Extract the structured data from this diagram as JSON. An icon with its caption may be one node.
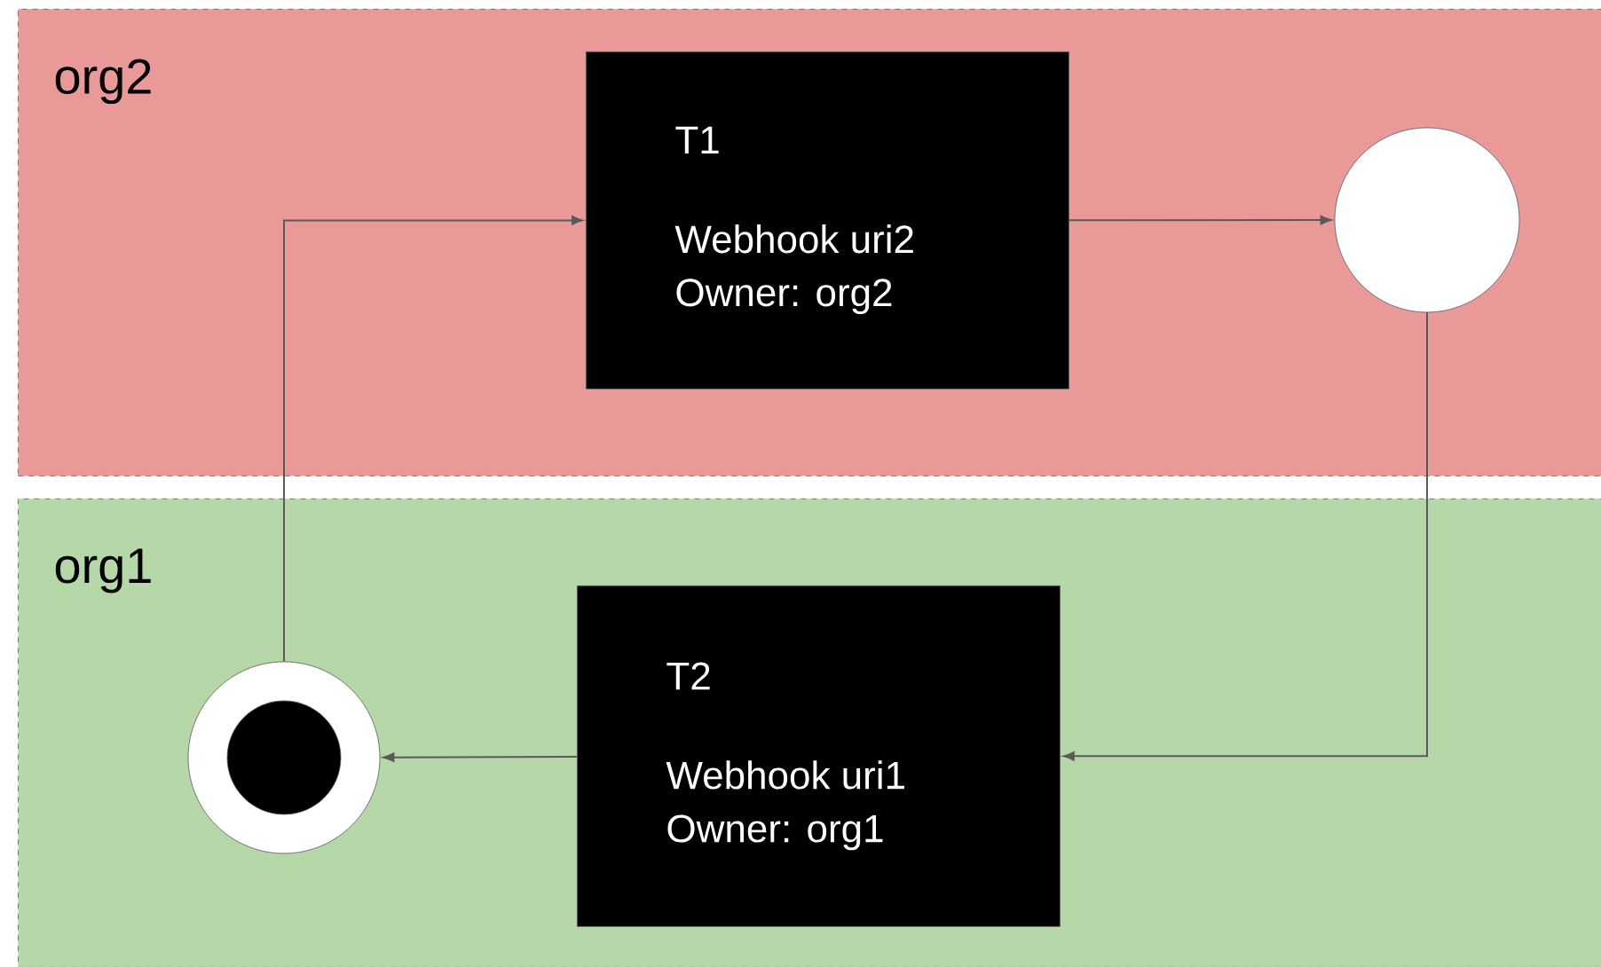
{
  "diagram": {
    "nodes": [
      {
        "text": [
          "org2"
        ]
      },
      {
        "text": [
          "T1",
          "Webhook uri2 Owner: org2"
        ],
        "in": 0
      },
      {
        "text": [],
        "shape": "circle",
        "in": 0
      },
      {
        "text": [
          "org1"
        ]
      },
      {
        "text": [],
        "shape": "circle",
        "in": 3
      },
      {
        "text": [
          "T2",
          "Webhook uri1 Owner: org1"
        ],
        "in": 3
      }
    ],
    "edges": [
      {
        "from": 4,
        "to": 1,
        "arrow": "to"
      },
      {
        "from": 1,
        "to": 2,
        "arrow": "to"
      },
      {
        "from": 2,
        "to": 5,
        "arrow": "to"
      },
      {
        "from": 5,
        "to": 4,
        "arrow": "to"
      }
    ]
  }
}
